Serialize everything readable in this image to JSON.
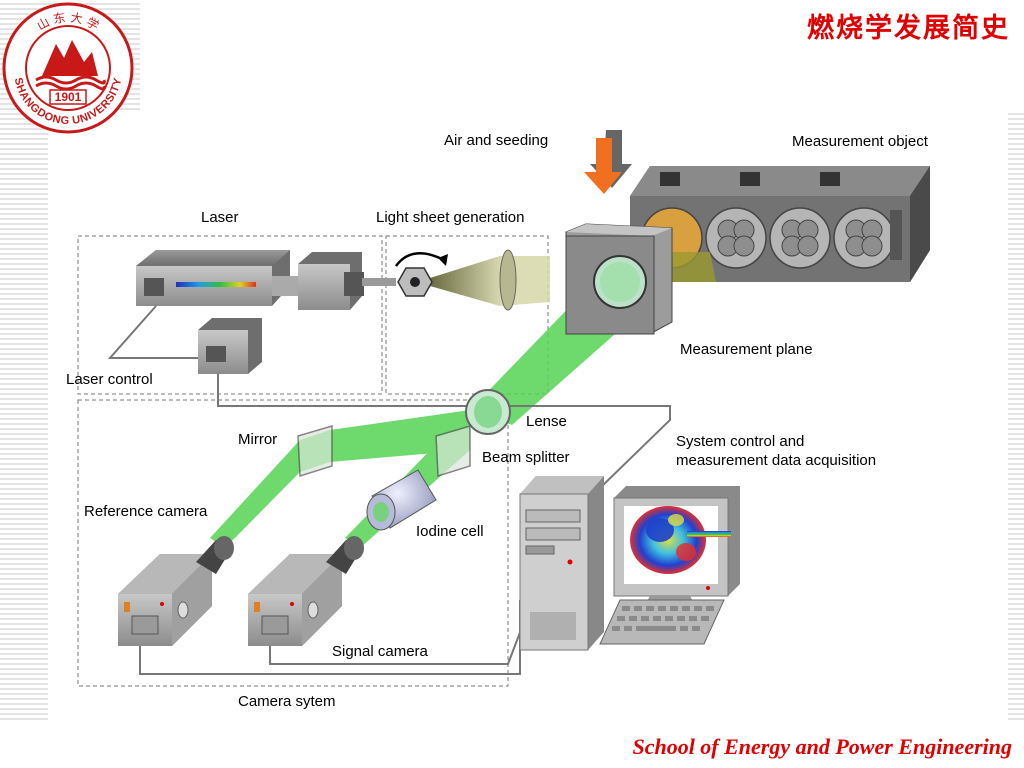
{
  "header": {
    "title_cn": "燃烧学发展简史",
    "logo": {
      "year": "1901",
      "university": "SHANGDONG UNIVERSITY",
      "script": "山 东 大 学"
    }
  },
  "footer": {
    "school": "School of Energy and Power Engineering"
  },
  "diagram": {
    "labels": {
      "air_seeding": "Air and seeding",
      "measurement_object": "Measurement object",
      "laser": "Laser",
      "light_sheet": "Light sheet generation",
      "measurement_plane": "Measurement plane",
      "laser_control": "Laser control",
      "lense": "Lense",
      "mirror": "Mirror",
      "beam_splitter": "Beam splitter",
      "system_control_1": "System control and",
      "system_control_2": "measurement data acquisition",
      "reference_camera": "Reference camera",
      "iodine_cell": "Iodine cell",
      "signal_camera": "Signal camera",
      "camera_system": "Camera sytem"
    },
    "colors": {
      "beam": "#55d455",
      "arrow": "#f07020",
      "accent_red": "#e00000"
    }
  }
}
